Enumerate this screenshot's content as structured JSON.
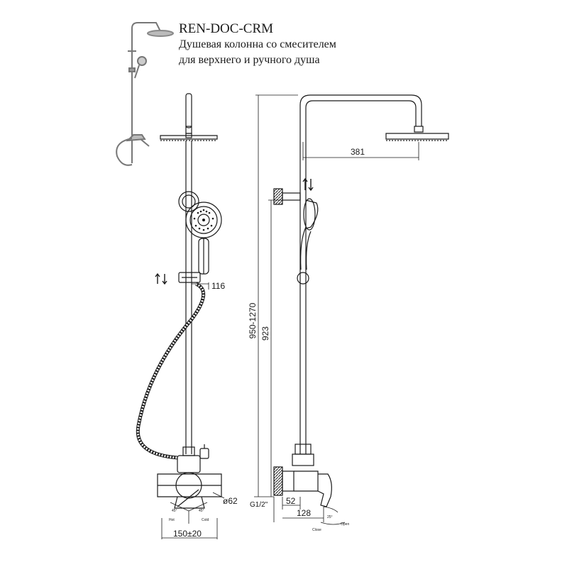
{
  "product": {
    "code": "REN-DOC-CRM",
    "subtitle_line1": "Душевая колонна со смесителем",
    "subtitle_line2": "для верхнего и ручного душа"
  },
  "dimensions": {
    "overhead_reach": "381",
    "holder_offset": "116",
    "total_height": "950-1270",
    "holder_height": "923",
    "escutcheon_diameter": "ø62",
    "thread": "G1/2\"",
    "depth_valve": "52",
    "depth_handle": "128",
    "inlet_spacing": "150±20",
    "angle_left": "45°",
    "angle_right": "45°",
    "angle_side": "25°",
    "label_hot": "Hot",
    "label_cold": "Cold",
    "label_close": "Close",
    "label_open": "Open"
  },
  "colors": {
    "line": "#1a1a1a",
    "background": "#ffffff"
  }
}
